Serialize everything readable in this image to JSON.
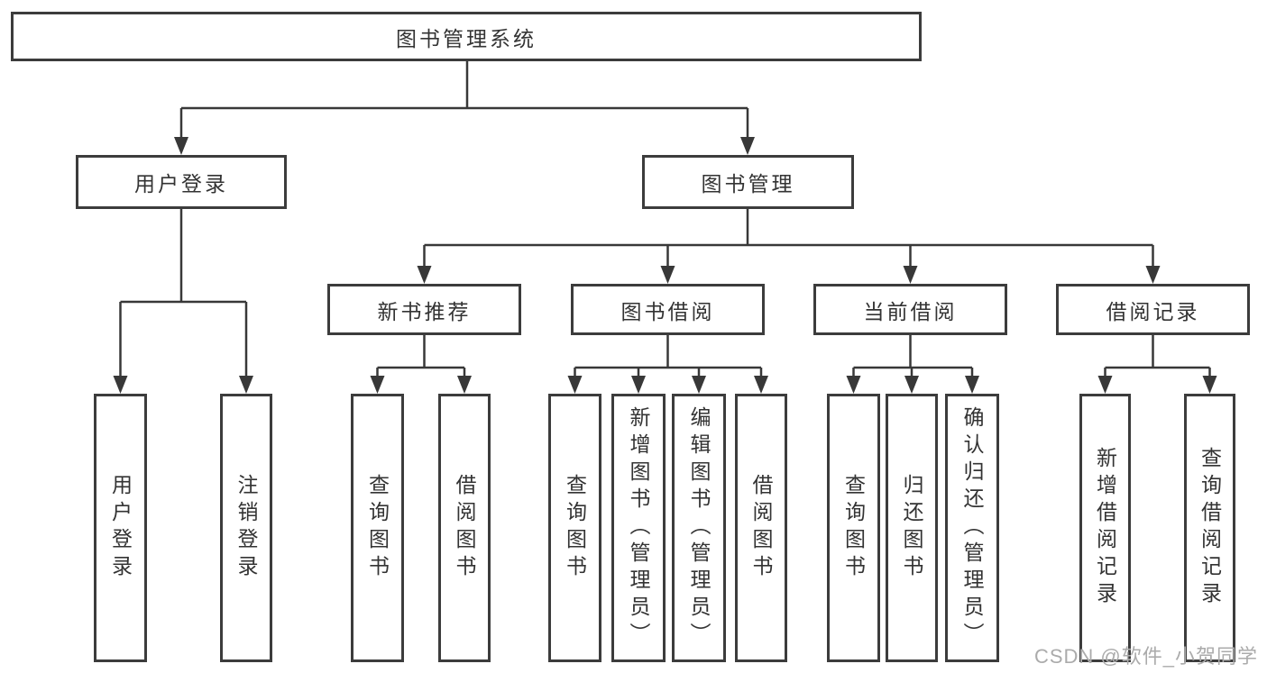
{
  "page": {
    "background": "#ffffff"
  },
  "colors": {
    "line": "#383838",
    "box_border": "#3c3c3c",
    "text": "#333333",
    "watermark": "#ababab"
  },
  "tree": {
    "root": {
      "label": "图书管理系统"
    },
    "branches": [
      {
        "label": "用户登录",
        "children": [
          {
            "label": "用户登录"
          },
          {
            "label": "注销登录"
          }
        ]
      },
      {
        "label": "图书管理",
        "children": [
          {
            "label": "新书推荐",
            "children": [
              {
                "label": "查询图书"
              },
              {
                "label": "借阅图书"
              }
            ]
          },
          {
            "label": "图书借阅",
            "children": [
              {
                "label": "查询图书"
              },
              {
                "label": "新增图书（管理员）"
              },
              {
                "label": "编辑图书（管理员）"
              },
              {
                "label": "借阅图书"
              }
            ]
          },
          {
            "label": "当前借阅",
            "children": [
              {
                "label": "查询图书"
              },
              {
                "label": "归还图书"
              },
              {
                "label": "确认归还（管理员）"
              }
            ]
          },
          {
            "label": "借阅记录",
            "children": [
              {
                "label": "新增借阅记录"
              },
              {
                "label": "查询借阅记录"
              }
            ]
          }
        ]
      }
    ]
  },
  "watermark": {
    "text": "CSDN @软件_小贺同学"
  }
}
